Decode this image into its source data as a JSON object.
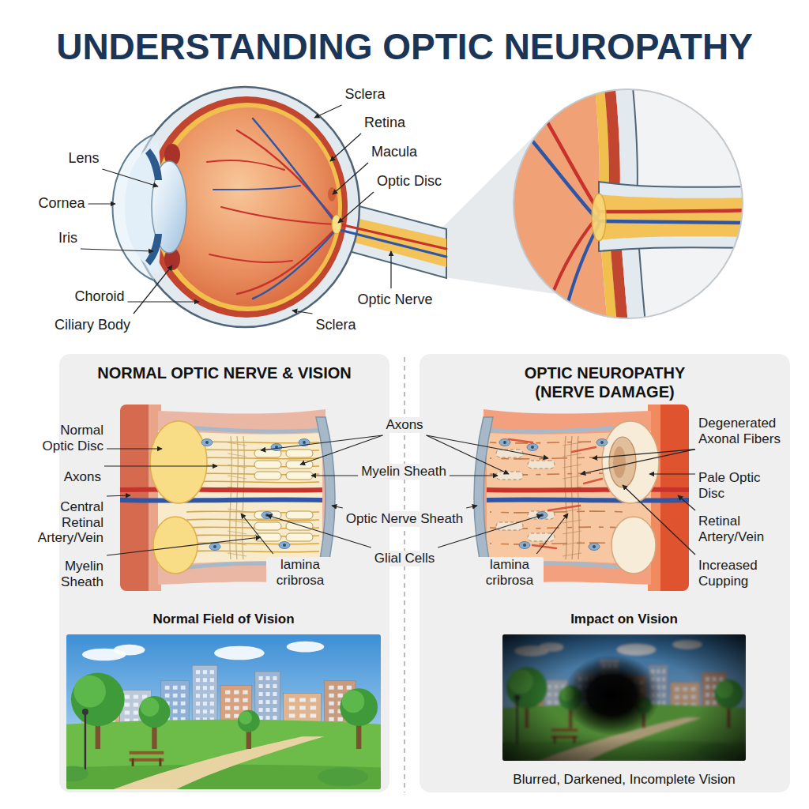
{
  "diagram": {
    "title": "UNDERSTANDING OPTIC NEUROPATHY",
    "nodes": [
      {
        "text": [
          "NORMAL OPTIC NERVE & VISION"
        ]
      },
      {
        "text": [
          "OPTIC NEUROPATHY (NERVE DAMAGE)"
        ]
      },
      {
        "text": [
          "Normal Field of Vision"
        ],
        "in": 0
      },
      {
        "text": [
          "Impact on Vision",
          "Blurred, Darkened, Incomplete Vision"
        ],
        "in": 1
      }
    ],
    "labels": [
      "Sclera",
      "Retina",
      "Lens",
      "Macula",
      "Optic Disc",
      "Cornea",
      "Iris",
      "Choroid",
      "Optic Nerve",
      "Ciliary Body",
      "Sclera",
      "Normal Optic Disc",
      "Axons",
      "Degenerated Axonal Fibers",
      "Axons",
      "Myelin Sheath",
      "Pale Optic Disc",
      "Central Retinal Artery/Vein",
      "Optic Nerve Sheath",
      "Retinal Artery/Vein",
      "Myelin Sheath",
      "Glial Cells",
      "lamina cribrosa",
      "lamina cribrosa",
      "Increased Cupping"
    ]
  }
}
